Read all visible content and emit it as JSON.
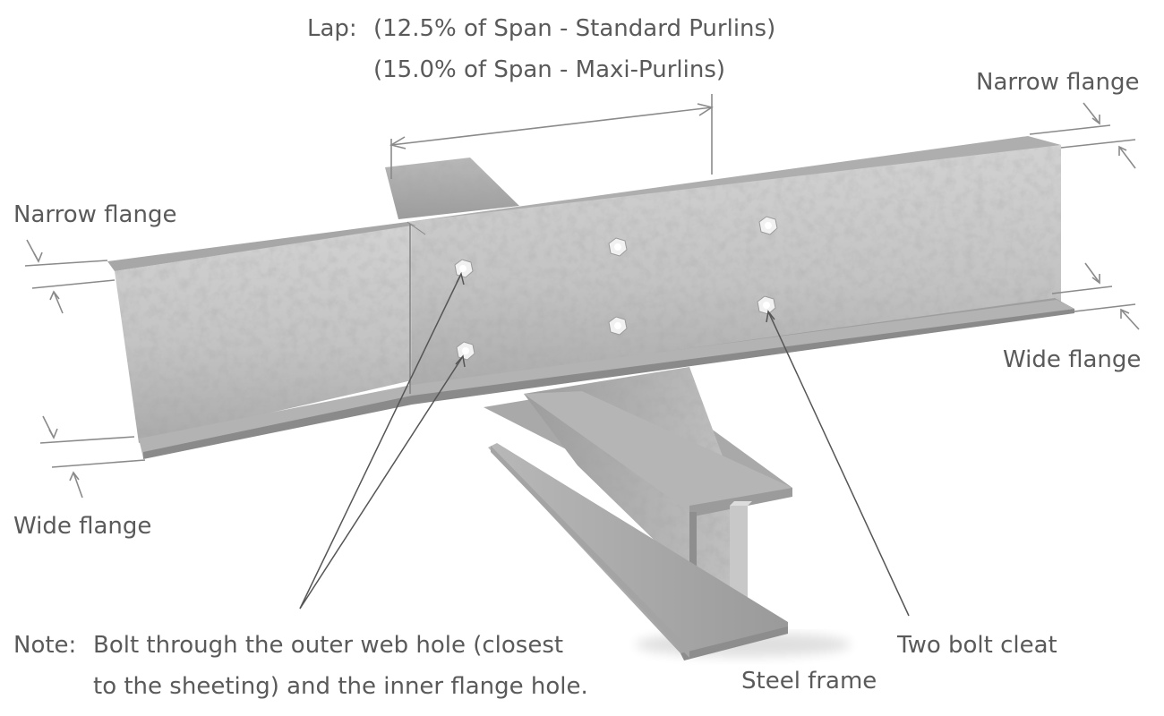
{
  "lap": {
    "prefix": "Lap:",
    "line1": "(12.5% of Span - Standard Purlins)",
    "line2": "(15.0% of Span - Maxi-Purlins)"
  },
  "labels": {
    "narrow_flange_left": "Narrow flange",
    "wide_flange_left": "Wide flange",
    "narrow_flange_right": "Narrow flange",
    "wide_flange_right": "Wide flange",
    "two_bolt_cleat": "Two bolt cleat",
    "steel_frame": "Steel frame"
  },
  "note": {
    "prefix": "Note:",
    "line1": "Bolt through the outer web hole (closest",
    "line2": "to the sheeting) and the inner flange hole."
  },
  "colors": {
    "steel_light": "#c9c9c9",
    "steel_mid": "#b4b4b4",
    "steel_dark": "#8f8f8f",
    "label_text": "#5a5a5a",
    "dimension_line": "#8a8a8a"
  }
}
